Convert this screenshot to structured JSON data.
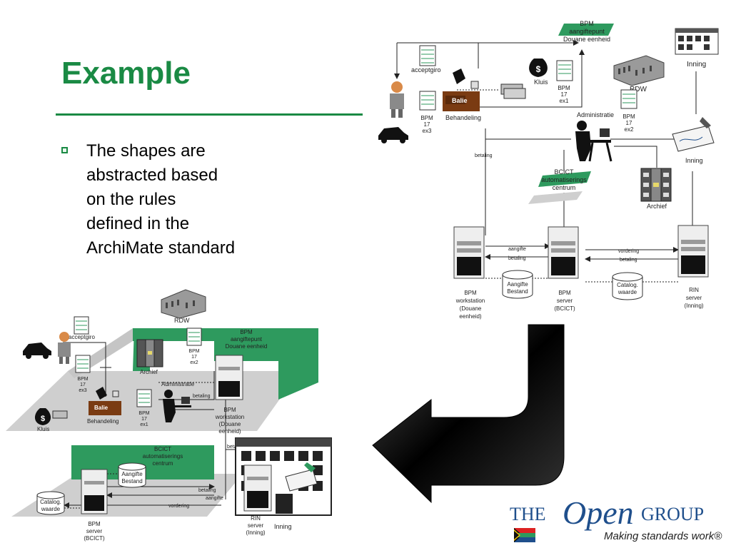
{
  "slide": {
    "title": "Example",
    "bullet": "The shapes are abstracted based on the rules defined in the ArchiMate standard"
  },
  "colors": {
    "brand_green": "#1a8a44",
    "wall_green": "#2e9a5e",
    "floor_grey": "#cfcfcf",
    "logo_blue": "#1f4f8c"
  },
  "top_diagram": {
    "bpm_aangiftepunt": [
      "BPM",
      "aangiftepunt",
      "Douane eenheid"
    ],
    "acceptgiro": "acceptgiro",
    "kluis": "Kluis",
    "bpm_ex1": [
      "BPM",
      "17",
      "ex1"
    ],
    "rdw": "RDW",
    "inning_building": "Inning",
    "bpm_ex3": [
      "BPM",
      "17",
      "ex3"
    ],
    "balie": "Balie",
    "behandeling": "Behandeling",
    "administratie": "Administratie",
    "bpm_ex2": [
      "BPM",
      "17",
      "ex2"
    ],
    "inning_cheque": "Inning",
    "betaling": "betaling",
    "bcict": [
      "BCICT",
      "automatiserings",
      "centrum"
    ],
    "archief": "Archief",
    "aangifte": "aangifte",
    "vordering": "vordering",
    "aangifte_bestand": [
      "Aangifte",
      "Bestand"
    ],
    "catalog_waarde": [
      "Catalog.",
      "waarde"
    ],
    "bpm_workstation": [
      "BPM",
      "workstation",
      "(Douane",
      "eenheid)"
    ],
    "bpm_server": [
      "BPM",
      "server",
      "(BCICT)"
    ],
    "rin_server": [
      "RIN",
      "server",
      "(Inning)"
    ]
  },
  "bottom_diagram": {
    "rdw": "RDW",
    "bpm_aangiftepunt": [
      "BPM",
      "aangiftepunt",
      "Douane eenheid"
    ],
    "acceptgiro": "acceptgiro",
    "bpm_ex3": [
      "BPM",
      "17",
      "ex3"
    ],
    "archief": "Archief",
    "bpm_ex2": [
      "BPM",
      "17",
      "ex2"
    ],
    "administratie": "Administratie",
    "betaling": "betaling",
    "balie": "Balie",
    "kluis": "Kluis",
    "behandeling": "Behandeling",
    "bpm_ex1": [
      "BPM",
      "17",
      "ex1"
    ],
    "bpm_workstation": [
      "BPM",
      "workstation",
      "(Douane",
      "eenheid)"
    ],
    "bcict": [
      "BCICT",
      "automatiserings",
      "centrum"
    ],
    "aangifte_bestand": [
      "Aangifte",
      "Bestand"
    ],
    "catalog_waarde": [
      "Catalog.",
      "waarde"
    ],
    "aangifte": "aangifte",
    "vordering": "vordering",
    "bpm_server": [
      "BPM",
      "server",
      "(BCICT)"
    ],
    "rin_server": [
      "RIN",
      "server",
      "(Inning)"
    ],
    "inning": "Inning"
  },
  "logo": {
    "the": "THE",
    "open": "Open",
    "group": "GROUP",
    "tagline": "Making standards work®"
  },
  "icons": [
    "person-icon",
    "car-icon",
    "money-bag-icon",
    "document-icon",
    "building-icon",
    "desk-worker-icon",
    "cheque-icon",
    "server-icon",
    "database-icon",
    "curved-arrow-icon",
    "flag-icon"
  ]
}
